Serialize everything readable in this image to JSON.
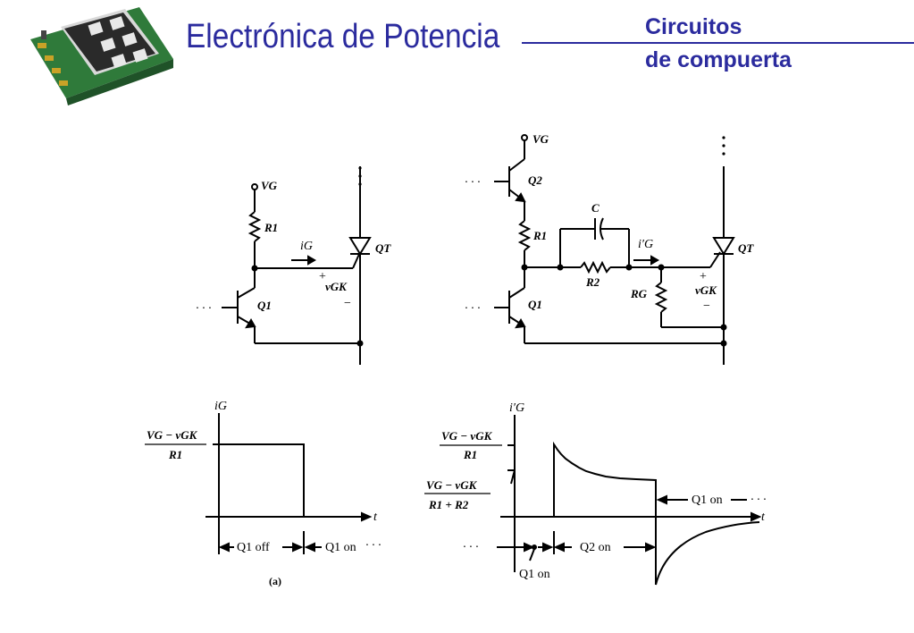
{
  "header": {
    "title": "Electrónica de Potencia",
    "subtitle_line1": "Circuitos",
    "subtitle_line2": "de compuerta",
    "accent_color": "#2b2b9e",
    "logo_icon": "igbt-module-icon"
  },
  "circuit_a": {
    "supply": "VG",
    "resistor": "R1",
    "current": "iG",
    "thyristor": "QT",
    "voltage_plus": "+",
    "voltage": "vGK",
    "voltage_minus": "−",
    "transistor": "Q1",
    "dots": "· · ·"
  },
  "circuit_b": {
    "supply": "VG",
    "transistor_top": "Q2",
    "capacitor": "C",
    "resistor_1": "R1",
    "resistor_2": "R2",
    "resistor_g": "RG",
    "current": "i′G",
    "thyristor": "QT",
    "voltage_plus": "+",
    "voltage": "vGK",
    "voltage_minus": "−",
    "transistor_bottom": "Q1",
    "dots": "· · ·"
  },
  "waveform_a": {
    "y_label": "iG",
    "level_num": "VG − vGK",
    "level_den": "R1",
    "t_label": "t",
    "phase_1": "Q1 off",
    "phase_2": "Q1 on",
    "dots": "· · ·",
    "caption": "(a)"
  },
  "waveform_b": {
    "y_label": "i′G",
    "level1_num": "VG − vGK",
    "level1_den": "R1",
    "level2_num": "VG − vGK",
    "level2_den": "R1 + R2",
    "t_label": "t",
    "q1_on_right": "Q1 on",
    "q2_on": "Q2 on",
    "q1_on_bottom": "Q1 on",
    "dots": "· · ·"
  }
}
